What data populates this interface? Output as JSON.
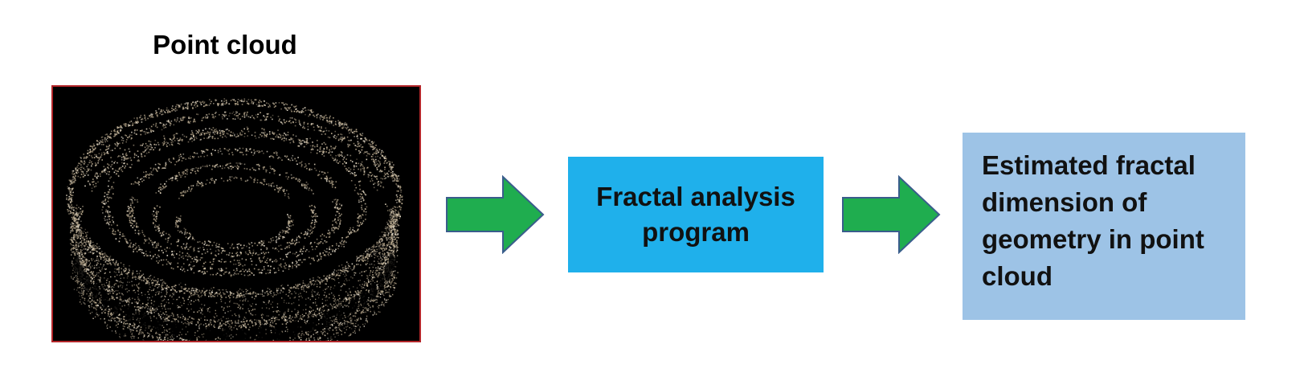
{
  "diagram": {
    "input_label": "Point cloud",
    "process_label": "Fractal analysis program",
    "output_label": "Estimated fractal dimension of geometry in point cloud"
  },
  "colors": {
    "arrow_fill": "#1fad4f",
    "arrow_stroke": "#3a5d8c",
    "process_box": "#1fb0eb",
    "output_box": "#9dc3e6",
    "photo_border": "#b3262a"
  },
  "icons": {
    "photo": "colosseum-point-cloud-image",
    "arrows": "right-arrow-icon"
  }
}
